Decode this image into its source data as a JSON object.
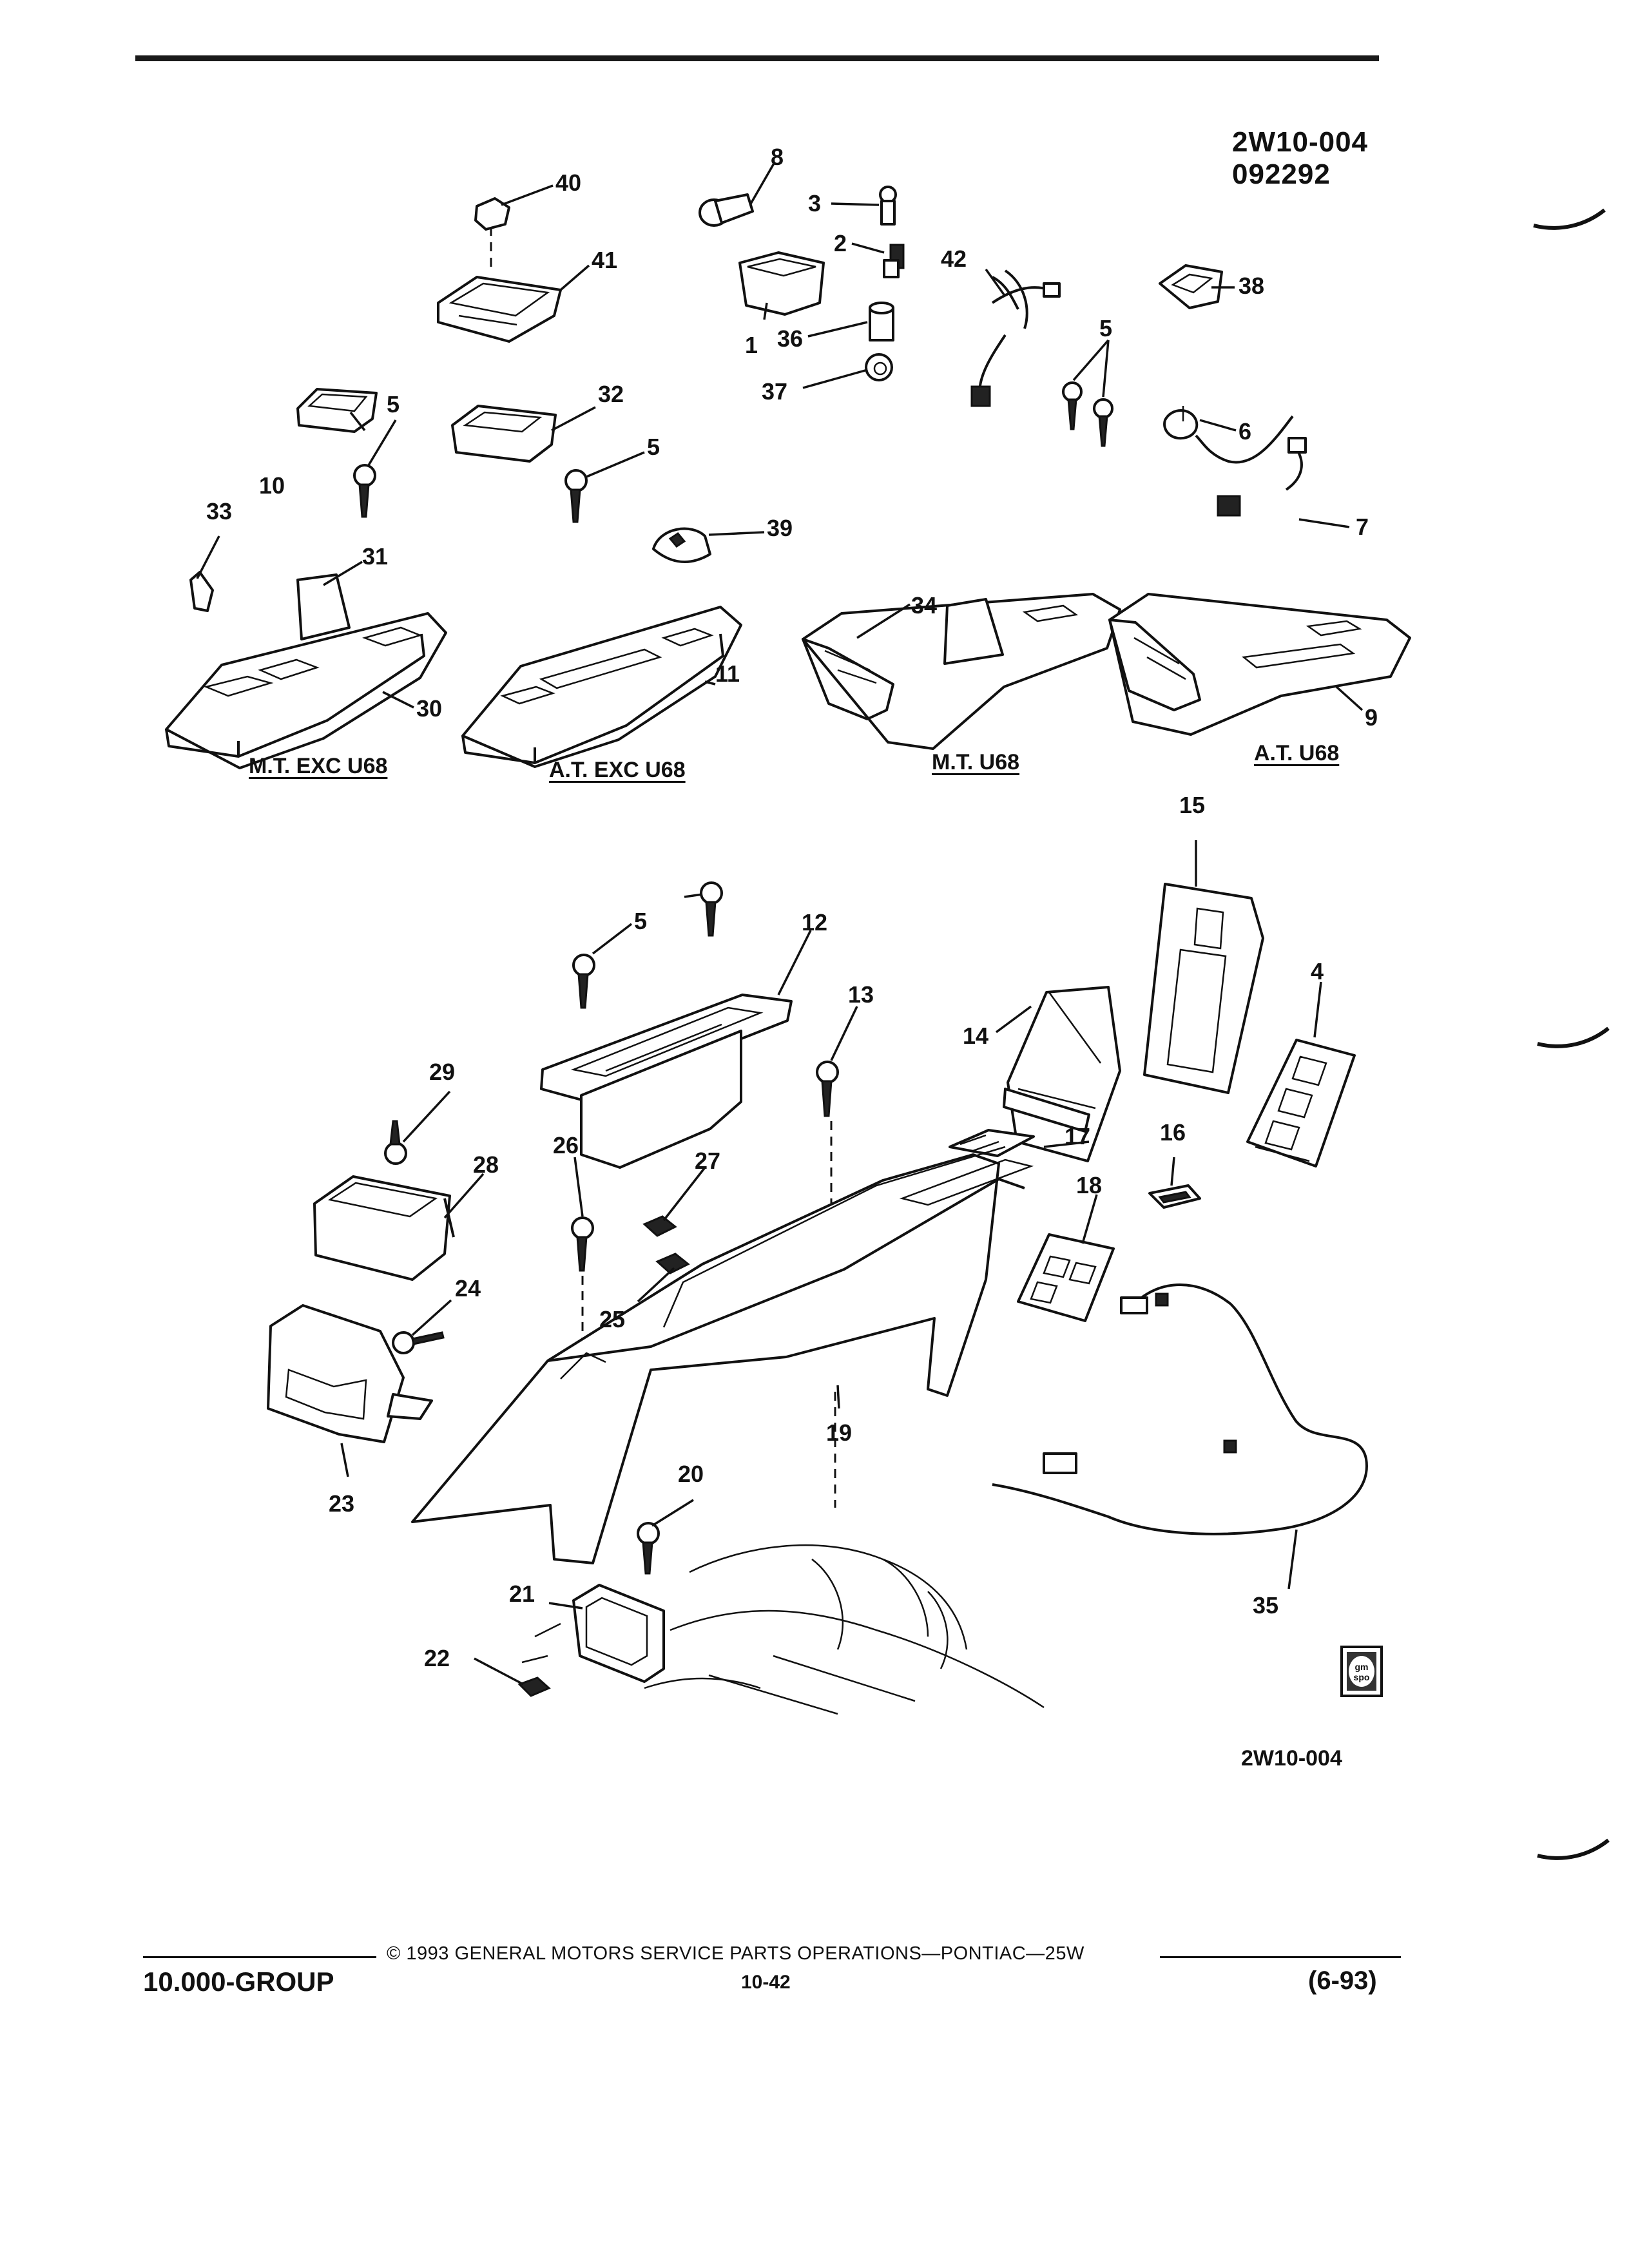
{
  "header": {
    "diagram_code": "2W10-004",
    "date_code": "092292"
  },
  "captions": {
    "mt_exc_u68": "M.T. EXC U68",
    "at_exc_u68": "A.T. EXC U68",
    "mt_u68": "M.T. U68",
    "at_u68": "A.T. U68"
  },
  "figure_code": "2W10-004",
  "logo": {
    "text_1": "gm",
    "text_2": "spo"
  },
  "callouts": {
    "n1": "1",
    "n2": "2",
    "n3": "3",
    "n4": "4",
    "n5a": "5",
    "n5b": "5",
    "n5c": "5",
    "n5d": "5",
    "n6": "6",
    "n7": "7",
    "n8": "8",
    "n9": "9",
    "n10": "10",
    "n11": "11",
    "n12": "12",
    "n13": "13",
    "n14": "14",
    "n15": "15",
    "n16": "16",
    "n17": "17",
    "n18": "18",
    "n19": "19",
    "n20": "20",
    "n21": "21",
    "n22": "22",
    "n23": "23",
    "n24": "24",
    "n25": "25",
    "n26": "26",
    "n27": "27",
    "n28": "28",
    "n29": "29",
    "n30": "30",
    "n31": "31",
    "n32": "32",
    "n33": "33",
    "n34": "34",
    "n35": "35",
    "n36": "36",
    "n37": "37",
    "n38": "38",
    "n39": "39",
    "n40": "40",
    "n41": "41",
    "n42": "42"
  },
  "footer": {
    "copyright": "©  1993  GENERAL MOTORS SERVICE PARTS OPERATIONS—PONTIAC—25W",
    "group": "10.000-GROUP",
    "page": "10-42",
    "date": "(6-93)"
  }
}
